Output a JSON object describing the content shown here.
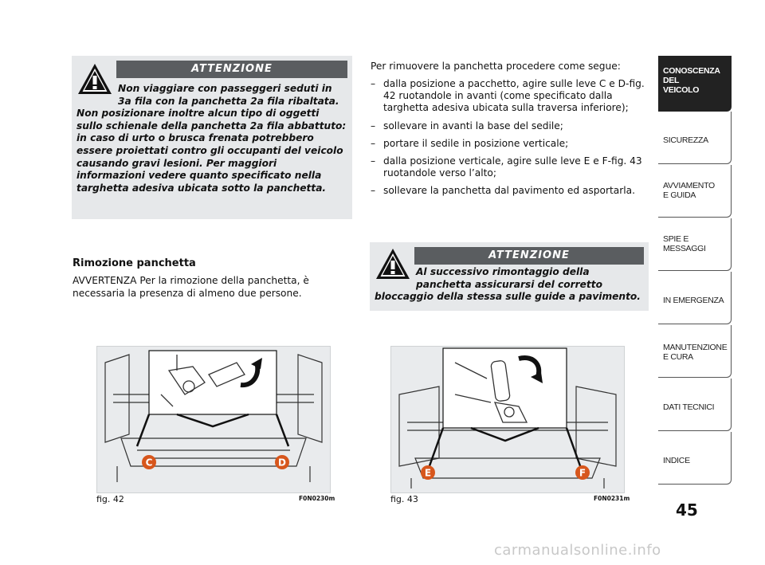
{
  "warning_left": {
    "header": "ATTENZIONE",
    "text": "Non viaggiare con passeggeri seduti in 3a fila con la panchetta 2a fila ribaltata. Non posizionare inoltre alcun tipo di oggetti sullo schienale della panchetta 2a fila abbattuto: in caso di urto o brusca frenata potrebbero essere proiettati contro gli occupanti del veicolo causando gravi lesioni. Per maggiori informazioni vedere quanto specificato nella targhetta adesiva ubicata sotto la panchetta.",
    "icon": "warning-triangle-icon"
  },
  "section": {
    "heading": "Rimozione panchetta",
    "note": "AVVERTENZA Per la rimozione della panchetta, è necessaria la presenza di almeno due persone."
  },
  "procedure": {
    "intro": "Per rimuovere la panchetta procedere come segue:",
    "dash": "–",
    "steps": [
      "dalla posizione a pacchetto, agire sulle leve C e D-fig. 42 ruotandole in avanti (come specificato dalla targhetta adesiva ubicata sulla traversa inferiore);",
      "sollevare in avanti la base del sedile;",
      "portare il sedile in posizione verticale;",
      "dalla posizione verticale, agire sulle leve E e F-fig. 43 ruotandole verso l’alto;",
      "sollevare la panchetta dal pavimento ed asportarla."
    ]
  },
  "warning_right": {
    "header": "ATTENZIONE",
    "text": "Al successivo rimontaggio della panchetta assicurarsi del corretto bloccaggio della stessa sulle guide a pavimento.",
    "icon": "warning-triangle-icon"
  },
  "figures": [
    {
      "label": "fig. 42",
      "code": "F0N0230m",
      "markers": [
        "C",
        "D"
      ]
    },
    {
      "label": "fig. 43",
      "code": "F0N0231m",
      "markers": [
        "E",
        "F"
      ]
    }
  ],
  "sidebar": {
    "tabs": [
      {
        "label": "CONOSCENZA DEL VEICOLO",
        "lines": [
          "CONOSCENZA",
          "DEL",
          "VEICOLO"
        ],
        "active": true
      },
      {
        "label": "SICUREZZA",
        "lines": [
          "SICUREZZA"
        ],
        "active": false
      },
      {
        "label": "AVVIAMENTO E GUIDA",
        "lines": [
          "AVVIAMENTO",
          "E GUIDA"
        ],
        "active": false
      },
      {
        "label": "SPIE E MESSAGGI",
        "lines": [
          "SPIE E",
          "MESSAGGI"
        ],
        "active": false
      },
      {
        "label": "IN EMERGENZA",
        "lines": [
          "IN EMERGENZA"
        ],
        "active": false
      },
      {
        "label": "MANUTENZIONE E CURA",
        "lines": [
          "MANUTENZIONE",
          "E CURA"
        ],
        "active": false
      },
      {
        "label": "DATI TECNICI",
        "lines": [
          "DATI TECNICI"
        ],
        "active": false
      },
      {
        "label": "INDICE",
        "lines": [
          "INDICE"
        ],
        "active": false
      }
    ]
  },
  "page_number": "45",
  "watermark": "carmanualsonline.info",
  "colors": {
    "accent_header": "#5a5d60",
    "box_bg": "#e6e8ea",
    "marker": "#d7561c"
  }
}
